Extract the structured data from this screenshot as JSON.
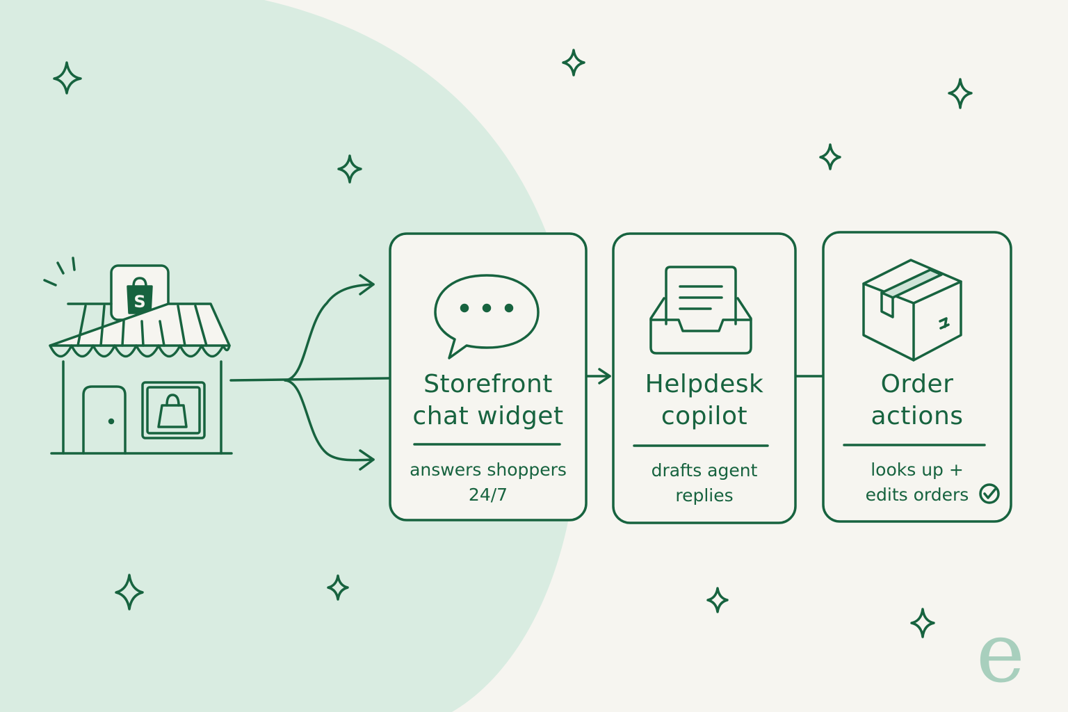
{
  "colors": {
    "stroke": "#17633f",
    "background": "#f6f5f0",
    "accent_blob": "#d9ece1",
    "watermark": "#a8cfbd"
  },
  "storefront": {
    "icon": "storefront-icon",
    "sign_letter": "S"
  },
  "cards": [
    {
      "icon": "chat-bubble-icon",
      "title": "Storefront\nchat widget",
      "description": "answers shoppers\n24/7"
    },
    {
      "icon": "inbox-tray-icon",
      "title": "Helpdesk\ncopilot",
      "description": "drafts agent\nreplies"
    },
    {
      "icon": "package-box-icon",
      "title": "Order\nactions",
      "description": "looks up +\nedits orders"
    }
  ],
  "watermark": "e"
}
